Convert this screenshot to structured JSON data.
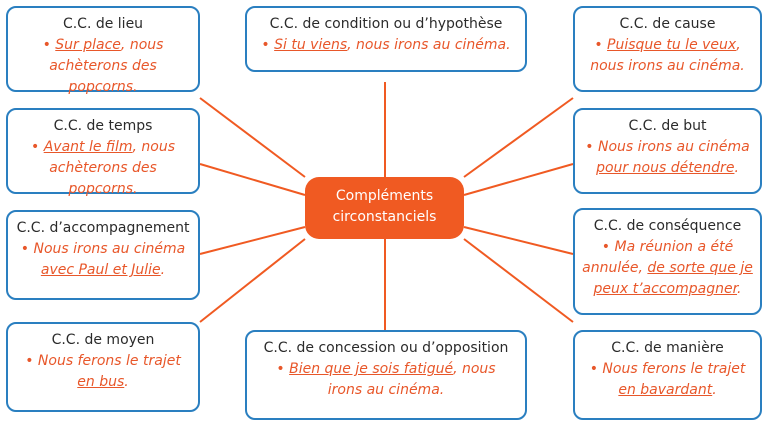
{
  "center": {
    "line1": "Compléments",
    "line2": "circonstanciels"
  },
  "bullet": "•",
  "boxes": {
    "lieu": {
      "title": "C.C. de lieu",
      "line1_pre": "",
      "line1_u": "Sur place",
      "line1_post": ", nous",
      "line2_pre": "achèterons des popcorns.",
      "line2_u": "",
      "line2_post": ""
    },
    "condition": {
      "title": "C.C. de condition ou d’hypothèse",
      "line1_pre": "",
      "line1_u": "Si tu viens",
      "line1_post": ", nous irons au cinéma."
    },
    "cause": {
      "title": "C.C. de cause",
      "line1_u": "Puisque tu le veux",
      "line1_post": ",",
      "line2_pre": "nous irons au cinéma."
    },
    "temps": {
      "title": "C.C. de temps",
      "line1_u": "Avant le film",
      "line1_post": ", nous",
      "line2_pre": "achèterons des popcorns."
    },
    "but": {
      "title": "C.C. de but",
      "line1_pre": "Nous irons au cinéma",
      "line2_u": "pour nous détendre",
      "line2_post": "."
    },
    "accompagnement": {
      "title": "C.C. d’accompagnement",
      "line1_pre": "Nous irons au cinéma",
      "line2_u": "avec Paul et Julie",
      "line2_post": "."
    },
    "consequence": {
      "title": "C.C. de conséquence",
      "line1_pre": "Ma réunion a été",
      "line2_pre": "annulée, ",
      "line2_u": "de sorte que je",
      "line3_u": "peux t’accompagner",
      "line3_post": "."
    },
    "moyen": {
      "title": "C.C. de moyen",
      "line1_pre": "Nous ferons le trajet",
      "line2_u": "en bus",
      "line2_post": "."
    },
    "concession": {
      "title": "C.C. de concession ou d’opposition",
      "line1_u": "Bien que je sois fatigué",
      "line1_post": ", nous",
      "line2_pre": "irons au cinéma."
    },
    "maniere": {
      "title": "C.C. de manière",
      "line1_pre": "Nous ferons le trajet",
      "line2_u": "en bavardant",
      "line2_post": "."
    }
  },
  "colors": {
    "border": "#2a7fc0",
    "accent": "#f05a22",
    "example_text": "#e8572a",
    "title_text": "#2b2b2b"
  }
}
